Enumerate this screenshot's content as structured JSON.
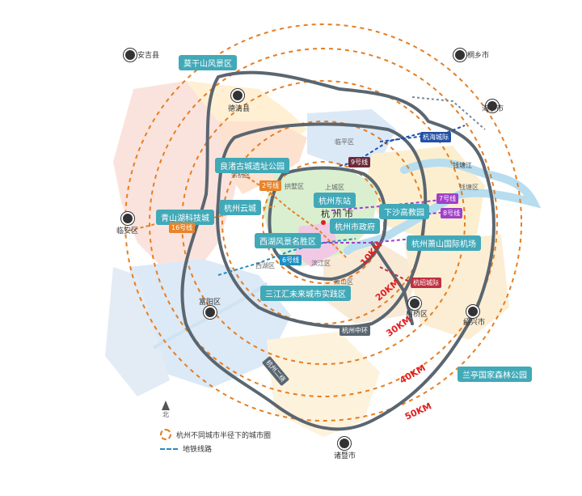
{
  "cities": {
    "anji": "安吉县",
    "tonglu": "桐乡市",
    "deqing": "德清县",
    "haining": "海宁市",
    "linan": "临安区",
    "fuyang": "富阳区",
    "shaoxing": "绍兴市",
    "zhuji": "诸暨市",
    "keqiao": "柯桥区"
  },
  "districts": {
    "linping": "临平区",
    "yuhang": "余杭区",
    "gongshu": "拱墅区",
    "shangcheng": "上城区",
    "xihu": "西湖区",
    "binjiang": "滨江区",
    "xiaoshan": "萧山区",
    "qiantang": "钱塘区",
    "hangzhou": "杭 州 市",
    "qiantangjiang": "钱塘江",
    "haining_city": "杭海城际"
  },
  "annotations": {
    "moganshan": "莫干山风景区",
    "liangzhu": "良渚古城遗址公园",
    "yuncheng": "杭州云城",
    "qingshanhu": "青山湖科技城",
    "east_station": "杭州东站",
    "xiasha": "下沙高教园",
    "gov": "杭州市政府",
    "xihu_scenic": "西湖风景名胜区",
    "airport": "杭州萧山国际机场",
    "sanjiang": "三江汇未来城市实践区",
    "lanting": "兰亭国家森林公园"
  },
  "metro": {
    "l2": "2号线",
    "l16": "16号线",
    "l9": "9号线",
    "l7": "7号线",
    "l8": "8号线",
    "l6": "6号线",
    "shaoxing_line": "杭绍城际"
  },
  "rings": {
    "mid": "杭州中环",
    "outer": "杭州二绕"
  },
  "distances": {
    "d10": "10KM",
    "d20": "20KM",
    "d30": "30KM",
    "d40": "40KM",
    "d50": "50KM"
  },
  "legend": {
    "circle": "杭州不同城市半径下的城市圈",
    "metro": "地铁线路"
  },
  "north": "北",
  "colors": {
    "ring_dash": "#e67e22",
    "annotation_bg": "#41a9b8",
    "road": "#5a6670"
  }
}
